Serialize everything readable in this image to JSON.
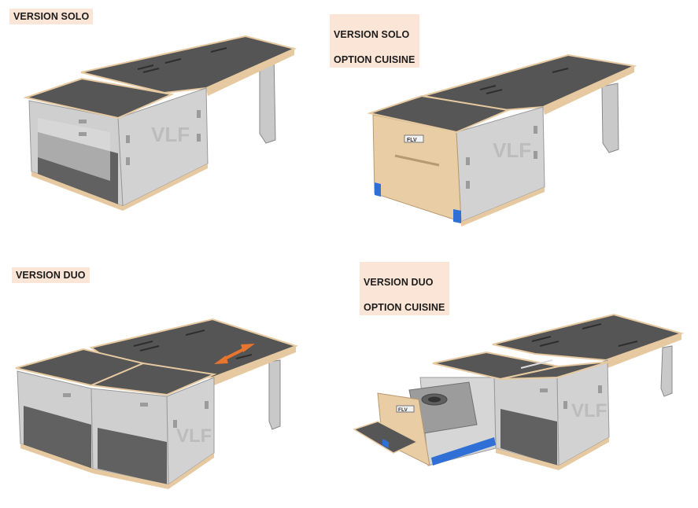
{
  "labels": {
    "solo": "VERSION SOLO",
    "solo_kitchen_line1": "VERSION SOLO",
    "solo_kitchen_line2": "OPTION CUISINE",
    "duo": "VERSION DUO",
    "duo_kitchen_line1": "VERSION DUO",
    "duo_kitchen_line2": "OPTION CUISINE"
  },
  "logos": {
    "side_logo_text": "VLF",
    "drawer_logo_text": "FLV"
  },
  "colors": {
    "label_bg": "#fbe5d6",
    "board_top": "#555555",
    "panel_grey": "#d2d2d2",
    "wood_edge": "#e6c9a0",
    "blue_rail": "#2f6fd6",
    "arrow_orange": "#e8752e"
  }
}
